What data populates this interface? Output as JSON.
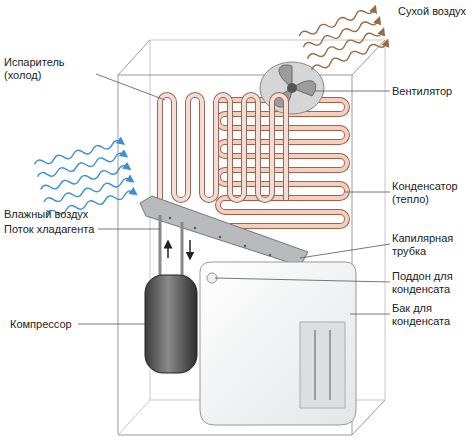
{
  "diagram": {
    "labels": [
      "Сухой воздух",
      "Испаритель (холод)",
      "Вентилятор",
      "Влажный воздух",
      "Конденсатор (тепло)",
      "Поток хладагента",
      "Капилярная трубка",
      "Компрессор",
      "Поддон для конденсата",
      "Бак для конденсата"
    ]
  }
}
